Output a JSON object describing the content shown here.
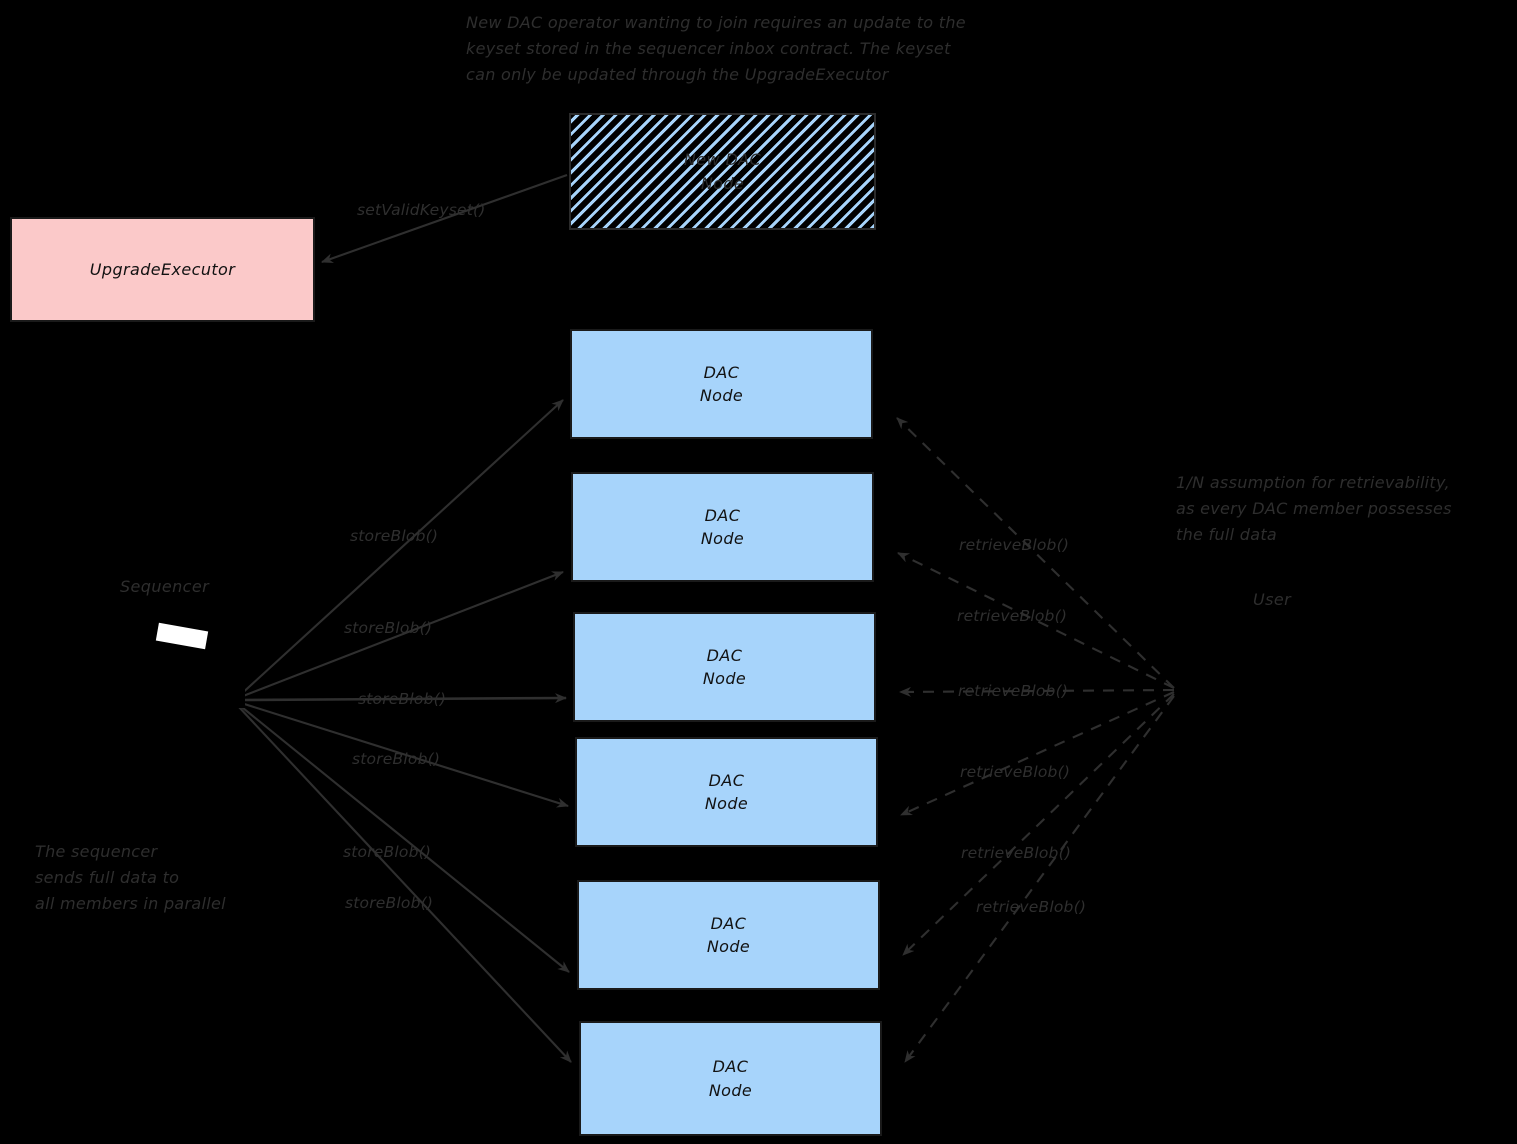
{
  "diagram": {
    "title_note_top": "New DAC operator wanting to join requires an update to the\nkeyset stored in the sequencer inbox contract. The keyset\ncan only be updated through the UpgradeExecutor",
    "note_sequencer": "The sequencer\nsends full data to\nall members in parallel",
    "note_retrievability": "1/N assumption for retrievability,\nas every DAC member possesses\nthe full data",
    "colors": {
      "background": "#000000",
      "node_fill": "#a7d4fb",
      "node_stroke": "#1a1a1a",
      "executor_fill": "#fbc9c9",
      "executor_stroke": "#1a1a1a",
      "hatch_stroke": "#2b2b2b",
      "text": "#2e2e2e",
      "arrow": "#2f2f2f"
    }
  },
  "new_node": {
    "line1": "New DAC",
    "line2": "Node"
  },
  "executor": {
    "label": "UpgradeExecutor"
  },
  "actors": {
    "sequencer_label": "Sequencer",
    "user_label": "User"
  },
  "nodes": [
    {
      "line1": "DAC",
      "line2": "Node"
    },
    {
      "line1": "DAC",
      "line2": "Node"
    },
    {
      "line1": "DAC",
      "line2": "Node"
    },
    {
      "line1": "DAC",
      "line2": "Node"
    },
    {
      "line1": "DAC",
      "line2": "Node"
    },
    {
      "line1": "DAC",
      "line2": "Node"
    }
  ],
  "edges": {
    "set_valid_keyset": "setValidKeyset()",
    "store_blob": [
      "storeBlob()",
      "storeBlob()",
      "storeBlob()",
      "storeBlob()",
      "storeBlob()",
      "storeBlob()"
    ],
    "retrieve_blob": [
      "retrieveBlob()",
      "retrieveBlob()",
      "retrieveBlob()",
      "retrieveBlob()",
      "retrieveBlob()",
      "retrieveBlob()"
    ]
  }
}
